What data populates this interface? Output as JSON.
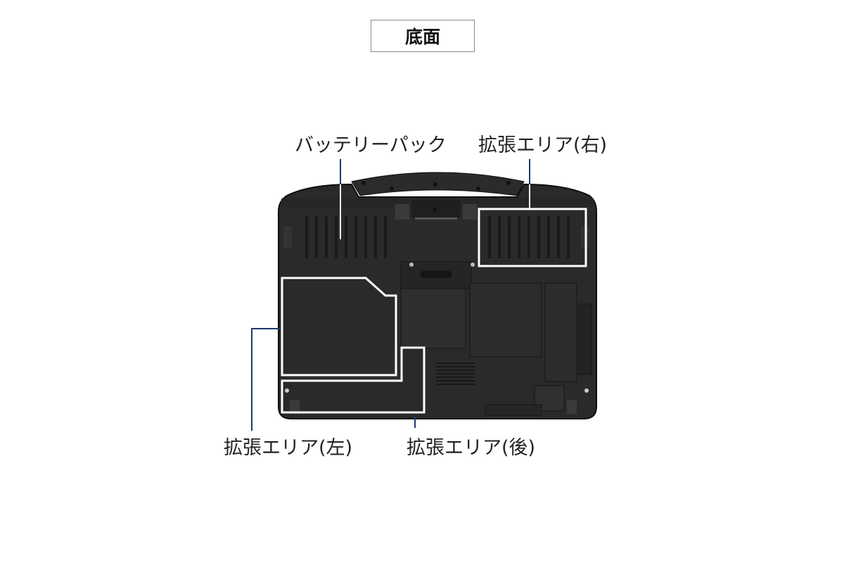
{
  "title": "底面",
  "labels": {
    "battery": "バッテリーパック",
    "expansion_right": "拡張エリア(右)",
    "expansion_left": "拡張エリア(左)",
    "expansion_rear": "拡張エリア(後)"
  },
  "colors": {
    "leader_line": "#1e3a6e",
    "highlight_outline": "#ffffff",
    "device_body": "#2a2a2a",
    "title_border": "#8a8a8a"
  }
}
